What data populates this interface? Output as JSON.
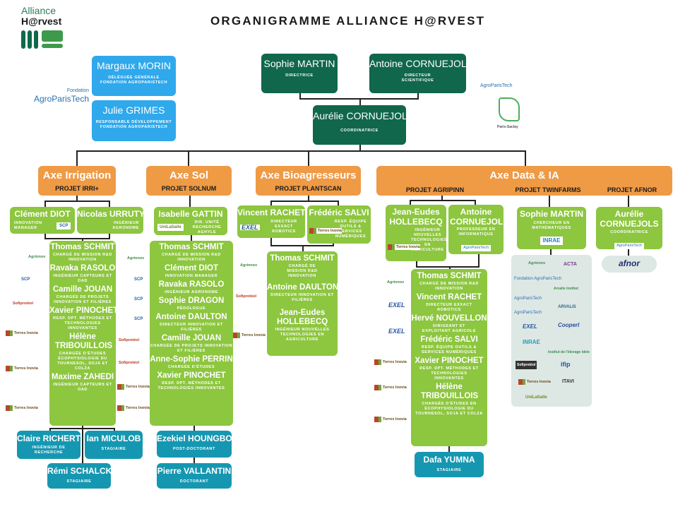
{
  "title": "ORGANIGRAMME ALLIANCE H@RVEST",
  "logo": {
    "line1": "Alliance",
    "line2": "H@rvest"
  },
  "fondation": {
    "logo_text": "AgroParisTech",
    "logo_sub": "Fondation",
    "people": [
      {
        "name": "Margaux MORIN",
        "role": "Déléguée générale Fondation AgroParisTech"
      },
      {
        "name": "Julie GRIMES",
        "role": "Responsable développement Fondation AgroParisTech"
      }
    ]
  },
  "direction": [
    {
      "name": "Sophie MARTIN",
      "role": "Directrice"
    },
    {
      "name": "Antoine CORNUEJOLS",
      "role": "Directeur scientifique"
    }
  ],
  "coordination": {
    "name": "Aurélie CORNUEJOLS",
    "role": "Coordinatrice"
  },
  "top_right_logos": [
    "AgroParisTech",
    "Paris-Saclay"
  ],
  "axes": [
    {
      "title": "Axe Irrigation",
      "project": "PROJET IRRI+",
      "leads": [
        {
          "name": "Clément DIOT",
          "role": "Innovation manager"
        },
        {
          "name": "Nicolas URRUTY",
          "role": "Ingénieur agronome"
        }
      ],
      "lead_logo": "SCP",
      "team": [
        {
          "name": "Thomas SCHMIT",
          "role": "Chargé de mission R&D innovation",
          "logo": "Agrinnov"
        },
        {
          "name": "Ravaka RASOLO",
          "role": "Ingénieur capteurs et OAD",
          "logo": "SCP"
        },
        {
          "name": "Camille JOUAN",
          "role": "Chargée de projets innovation et filières",
          "logo": "Sofiprotéol"
        },
        {
          "name": "Xavier PINOCHET",
          "role": "Resp. dpt. méthodes et technologies innovantes",
          "logo": "Terres Inovia"
        },
        {
          "name": "Hélène TRIBOUILLOIS",
          "role": "Chargée d'études écophysiologie du tournesol, soja et colza",
          "logo": "Terres Inovia"
        },
        {
          "name": "Maxime ZAHEDI",
          "role": "Ingénieur capteurs et OAD",
          "logo": "Terres Inovia"
        }
      ],
      "juniors": [
        {
          "name": "Claire RICHERT",
          "role": "Ingénieur de recherche"
        },
        {
          "name": "Ian MICULOB",
          "role": "Stagiaire"
        },
        {
          "name": "Rémi SCHALCK",
          "role": "Stagiaire"
        }
      ]
    },
    {
      "title": "Axe Sol",
      "project": "PROJET SOLNUM",
      "leads": [
        {
          "name": "Isabelle GATTIN",
          "role": "Dir. unité recherche AGHYLE",
          "logo": "UniLaSalle"
        }
      ],
      "team": [
        {
          "name": "Thomas SCHMIT",
          "role": "Chargé de mission R&D innovation",
          "logo": "Agrinnov"
        },
        {
          "name": "Clément DIOT",
          "role": "Innovation manager",
          "logo": "SCP"
        },
        {
          "name": "Ravaka RASOLO",
          "role": "Ingénieur agronome",
          "logo": "SCP"
        },
        {
          "name": "Sophie DRAGON",
          "role": "Pédologue",
          "logo": "SCP"
        },
        {
          "name": "Antoine DAULTON",
          "role": "Directeur innovation et filières",
          "logo": "Sofiprotéol"
        },
        {
          "name": "Camille JOUAN",
          "role": "Chargée de projets innovation et filières",
          "logo": "Sofiprotéol"
        },
        {
          "name": "Anne-Sophie PERRIN",
          "role": "Chargée d'études",
          "logo": "Terres Inovia"
        },
        {
          "name": "Xavier PINOCHET",
          "role": "Resp. dpt. méthodes et technologies innovantes",
          "logo": "Terres Inovia"
        }
      ],
      "juniors": [
        {
          "name": "Ezekiel HOUNGBO",
          "role": "Post-doctorant"
        },
        {
          "name": "Pierre VALLANTIN",
          "role": "Doctorant"
        }
      ]
    },
    {
      "title": "Axe Bioagresseurs",
      "project": "PROJET PLANTSCAN",
      "leads": [
        {
          "name": "Vincent RACHET",
          "role": "Directeur Exxact Robotics",
          "logo": "EXEL"
        },
        {
          "name": "Frédéric SALVI",
          "role": "Resp. équipe outils & services numériques",
          "logo": "Terres Inovia"
        }
      ],
      "team": [
        {
          "name": "Thomas SCHMIT",
          "role": "Chargé de mission R&D innovation",
          "logo": "Agrinnov"
        },
        {
          "name": "Antoine DAULTON",
          "role": "Directeur innovation et filières",
          "logo": "Sofiprotéol"
        },
        {
          "name": "Jean-Eudes HOLLEBECQ",
          "role": "Ingénieur nouvelles technologies en agriculture",
          "logo": "Terres Inovia"
        }
      ]
    },
    {
      "title": "Axe Data & IA",
      "projects": [
        {
          "project": "PROJET AGRIPINN",
          "leads": [
            {
              "name": "Jean-Eudes HOLLEBECQ",
              "role": "Ingénieur nouvelles technologies en agriculture",
              "logo": "Terres Inovia"
            },
            {
              "name": "Antoine CORNUEJOLS",
              "role": "Professeur en informatique",
              "logo": "AgroParisTech"
            }
          ],
          "team": [
            {
              "name": "Thomas SCHMIT",
              "role": "Chargé de mission R&D innovation",
              "logo": "Agrinnov"
            },
            {
              "name": "Vincent RACHET",
              "role": "Directeur Exxact Robotics",
              "logo": "EXEL"
            },
            {
              "name": "Hervé NOUVELLON",
              "role": "Dirigeant et exploitant agricole",
              "logo": "EXEL"
            },
            {
              "name": "Frédéric SALVI",
              "role": "Resp. équipe outils & services numériques",
              "logo": "Terres Inovia"
            },
            {
              "name": "Xavier PINOCHET",
              "role": "Resp. dpt. méthodes et technologies innovantes",
              "logo": "Terres Inovia"
            },
            {
              "name": "Hélène TRIBOUILLOIS",
              "role": "Chargée d'études en écophysiologie du tournesol, soja et colza",
              "logo": "Terres Inovia"
            }
          ],
          "juniors": [
            {
              "name": "Dafa YUMNA",
              "role": "Stagiaire"
            }
          ]
        },
        {
          "project": "PROJET TWINFARMS",
          "leads": [
            {
              "name": "Sophie MARTIN",
              "role": "Chercheur en mathématiques",
              "logo": "INRAE"
            }
          ],
          "partners": [
            "Agrinnov",
            "ACTA",
            "Fondation AgroParisTech",
            "Arvalis Institut",
            "AgroParisTech",
            "AgroParisTech",
            "ARVALIS",
            "EXEL",
            "Cooperl",
            "INRAE",
            "Institut de l'élevage idele",
            "Sofiprotéol",
            "ifip",
            "Terres Inovia",
            "ITAVI",
            "UniLaSalle"
          ]
        },
        {
          "project": "PROJET AFNOR",
          "leads": [
            {
              "name": "Aurélie CORNUEJOLS",
              "role": "Coordinatrice",
              "logo": "AgroParisTech"
            }
          ],
          "partners": [
            "afnor"
          ]
        }
      ]
    }
  ],
  "colors": {
    "foundation": "#2fa8ec",
    "direction": "#10674c",
    "axis": "#ef9a45",
    "member": "#8dc63f",
    "junior": "#1697b1",
    "partner_panel": "#dde8e5"
  }
}
